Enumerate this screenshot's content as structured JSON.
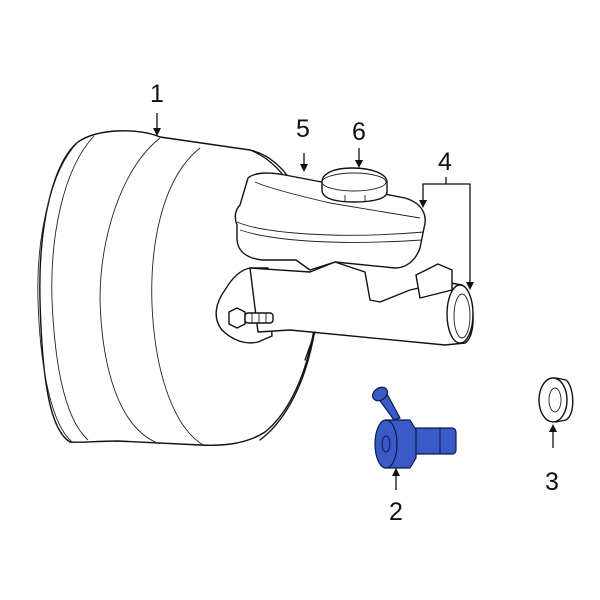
{
  "diagram": {
    "type": "exploded-parts-diagram",
    "subject": "brake master cylinder and booster assembly",
    "highlight_color": "#3a5bc7",
    "line_color": "#111111",
    "background": "#ffffff"
  },
  "callouts": [
    {
      "id": "1",
      "label": "1",
      "part": "brake-booster"
    },
    {
      "id": "2",
      "label": "2",
      "part": "highlighted-fitting"
    },
    {
      "id": "3",
      "label": "3",
      "part": "grommet"
    },
    {
      "id": "4",
      "label": "4",
      "part": "master-cylinder"
    },
    {
      "id": "5",
      "label": "5",
      "part": "reservoir"
    },
    {
      "id": "6",
      "label": "6",
      "part": "reservoir-cap"
    }
  ]
}
